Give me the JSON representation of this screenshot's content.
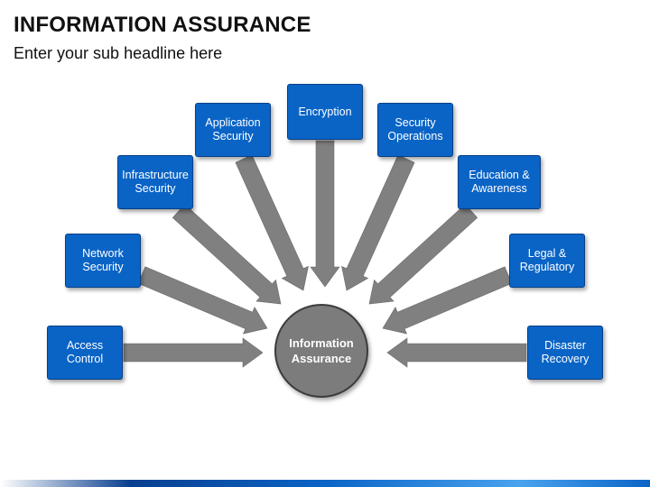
{
  "slide": {
    "title": "INFORMATION ASSURANCE",
    "subtitle": "Enter your sub headline here"
  },
  "hub": {
    "label": "Information\nAssurance",
    "color": "#7c7c7c"
  },
  "nodes": [
    {
      "id": "access-control",
      "label": "Access\nControl"
    },
    {
      "id": "network-security",
      "label": "Network\nSecurity"
    },
    {
      "id": "infrastructure-security",
      "label": "Infrastructure\nSecurity"
    },
    {
      "id": "application-security",
      "label": "Application\nSecurity"
    },
    {
      "id": "encryption",
      "label": "Encryption"
    },
    {
      "id": "security-operations",
      "label": "Security\nOperations"
    },
    {
      "id": "education-awareness",
      "label": "Education &\nAwareness"
    },
    {
      "id": "legal-regulatory",
      "label": "Legal &\nRegulatory"
    },
    {
      "id": "disaster-recovery",
      "label": "Disaster\nRecovery"
    }
  ],
  "colors": {
    "node_fill": "#0a64c6",
    "arrow_fill": "#808080",
    "accent_bar": "#0a64c6"
  }
}
